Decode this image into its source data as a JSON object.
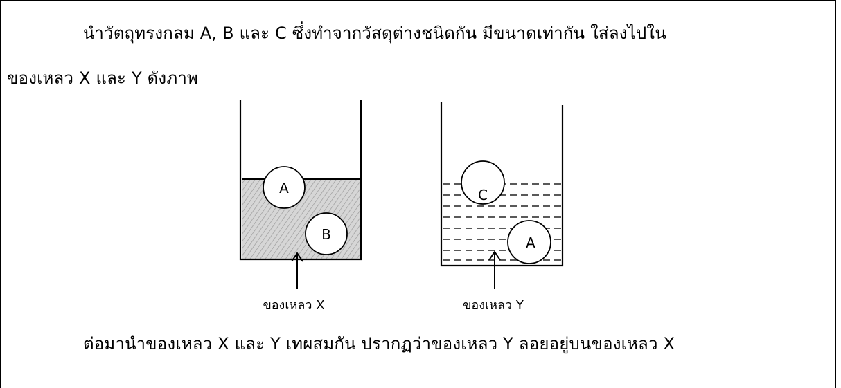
{
  "question": {
    "intro_line1": "นำวัตถุทรงกลม A, B และ C ซึ่งทำจากวัสดุต่างชนิดกัน มีขนาดเท่ากัน ใส่ลงไปใน",
    "intro_line2": "ของเหลว X และ Y ดังภาพ",
    "followup": "ต่อมานำของเหลว X และ Y เทผสมกัน ปรากฏว่าของเหลว Y ลอยอยู่บนของเหลว X"
  },
  "figure": {
    "container_x": {
      "liquid_label": "ของเหลว X",
      "sphere_top_label": "A",
      "sphere_bottom_label": "B"
    },
    "container_y": {
      "liquid_label": "ของเหลว Y",
      "sphere_top_label": "C",
      "sphere_bottom_label": "A"
    }
  },
  "colors": {
    "liquid_x_fill": "#cfcfcf",
    "liquid_y_dash": "#222222",
    "outline": "#000000"
  }
}
